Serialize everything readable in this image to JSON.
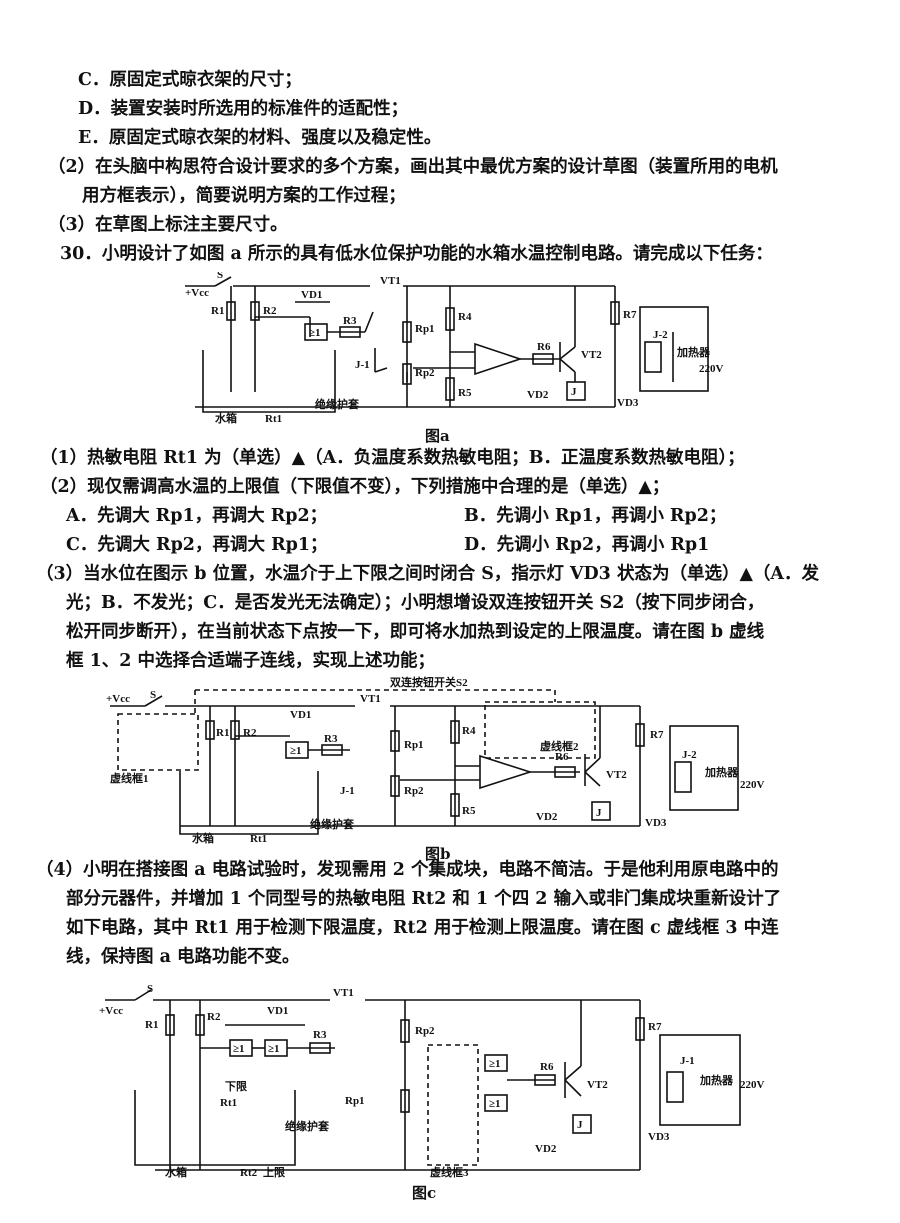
{
  "lines": [
    "C．原固定式晾衣架的尺寸；",
    "D．装置安装时所选用的标准件的适配性；",
    "E．原固定式晾衣架的材料、强度以及稳定性。",
    "（2）在头脑中构思符合设计要求的多个方案，画出其中最优方案的设计草图（装置所用的电机",
    "用方框表示），简要说明方案的工作过程；",
    "（3）在草图上标注主要尺寸。",
    "30．小明设计了如图 a 所示的具有低水位保护功能的水箱水温控制电路。请完成以下任务：",
    "（1）热敏电阻 Rt1 为（单选）▲（A．负温度系数热敏电阻；B．正温度系数热敏电阻）；",
    "（2）现仅需调高水温的上限值（下限值不变），下列措施中合理的是（单选）▲；",
    "A．先调大 Rp1，再调大 Rp2；",
    "B．先调小 Rp1，再调小 Rp2；",
    "C．先调大 Rp2，再调大 Rp1；",
    "D．先调小 Rp2，再调小 Rp1",
    "（3）当水位在图示 b 位置，水温介于上下限之间时闭合 S，指示灯 VD3 状态为（单选）▲（A．发",
    "光；B．不发光；C．是否发光无法确定）；小明想增设双连按钮开关 S2（按下同步闭合，",
    "松开同步断开），在当前状态下点按一下，即可将水加热到设定的上限温度。请在图 b 虚线",
    "框 1、2 中选择合适端子连线，实现上述功能；",
    "（4）小明在搭接图 a 电路试验时，发现需用 2 个集成块，电路不简洁。于是他利用原电路中的",
    "部分元器件，并增加 1 个同型号的热敏电阻 Rt2 和 1 个四 2 输入或非门集成块重新设计了",
    "如下电路，其中 Rt1 用于检测下限温度，Rt2 用于检测上限温度。请在图 c 虚线框 3 中连",
    "线，保持图 a 电路功能不变。"
  ],
  "fig_a": {
    "caption": "图a",
    "labels": {
      "s": "S",
      "vcc": "+Vcc",
      "vt1": "VT1",
      "r1": "R1",
      "r2": "R2",
      "vd1": "VD1",
      "r3": "R3",
      "rp1": "Rp1",
      "r4": "R4",
      "j1": "J-1",
      "rp2": "Rp2",
      "r5": "R5",
      "r6": "R6",
      "vt2": "VT2",
      "vd2": "VD2",
      "j": "J",
      "r7": "R7",
      "vd3": "VD3",
      "j2": "J-2",
      "heater": "加热器",
      "v220": "220V",
      "tank": "水箱",
      "rt1": "Rt1",
      "sleeve": "绝缘护套",
      "gate": "≥1"
    }
  },
  "fig_b": {
    "caption": "图b",
    "labels": {
      "s2": "双连按钮开关S2",
      "box1": "虚线框1",
      "box2": "虚线框2"
    }
  },
  "fig_c": {
    "caption": "图c",
    "labels": {
      "j1": "J-1",
      "lower": "下限",
      "upper": "上限",
      "rt2": "Rt2",
      "box3": "虚线框3"
    }
  }
}
